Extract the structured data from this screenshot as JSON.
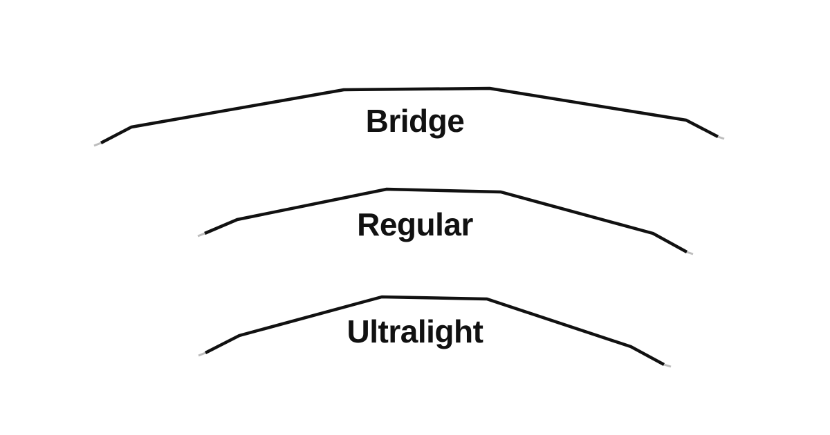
{
  "colors": {
    "background": "#ffffff",
    "wire": "#111111",
    "wire_tip": "#bdbdbd",
    "label": "#111111"
  },
  "wires": [
    {
      "id": "bridge",
      "label": "Bridge"
    },
    {
      "id": "regular",
      "label": "Regular"
    },
    {
      "id": "ultralight",
      "label": "Ultralight"
    }
  ]
}
